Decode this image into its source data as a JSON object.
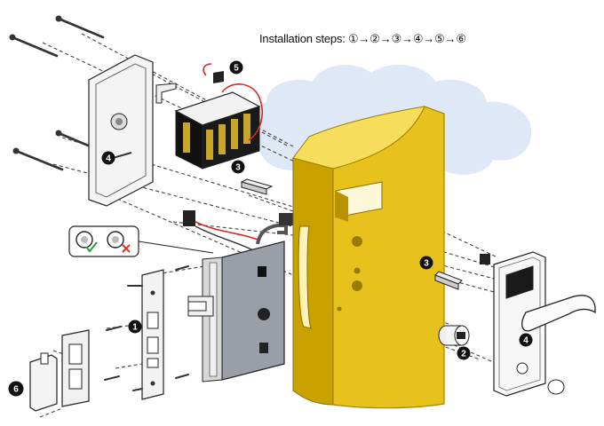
{
  "title": "Installation steps: ①→②→③→④→⑤→⑥",
  "step_badges": {
    "battery_pack": "5",
    "inner_panel": "4",
    "spindle_left": "3",
    "mortise_lock": "1",
    "spindle_right": "3",
    "outer_panel": "4",
    "cylinder": "2",
    "strike_plate": "6"
  },
  "colors": {
    "door_face": "#e8c21c",
    "door_side": "#c9a200",
    "door_top": "#f4d84a",
    "cloud": "#dfe8f6",
    "wire_red": "#d62a20",
    "check_green": "#2c9a3c",
    "cross_red": "#d8332a",
    "outline": "#222222"
  },
  "icons": [
    "screw-icon",
    "check-icon",
    "cross-icon",
    "battery-icon",
    "handle-icon"
  ]
}
